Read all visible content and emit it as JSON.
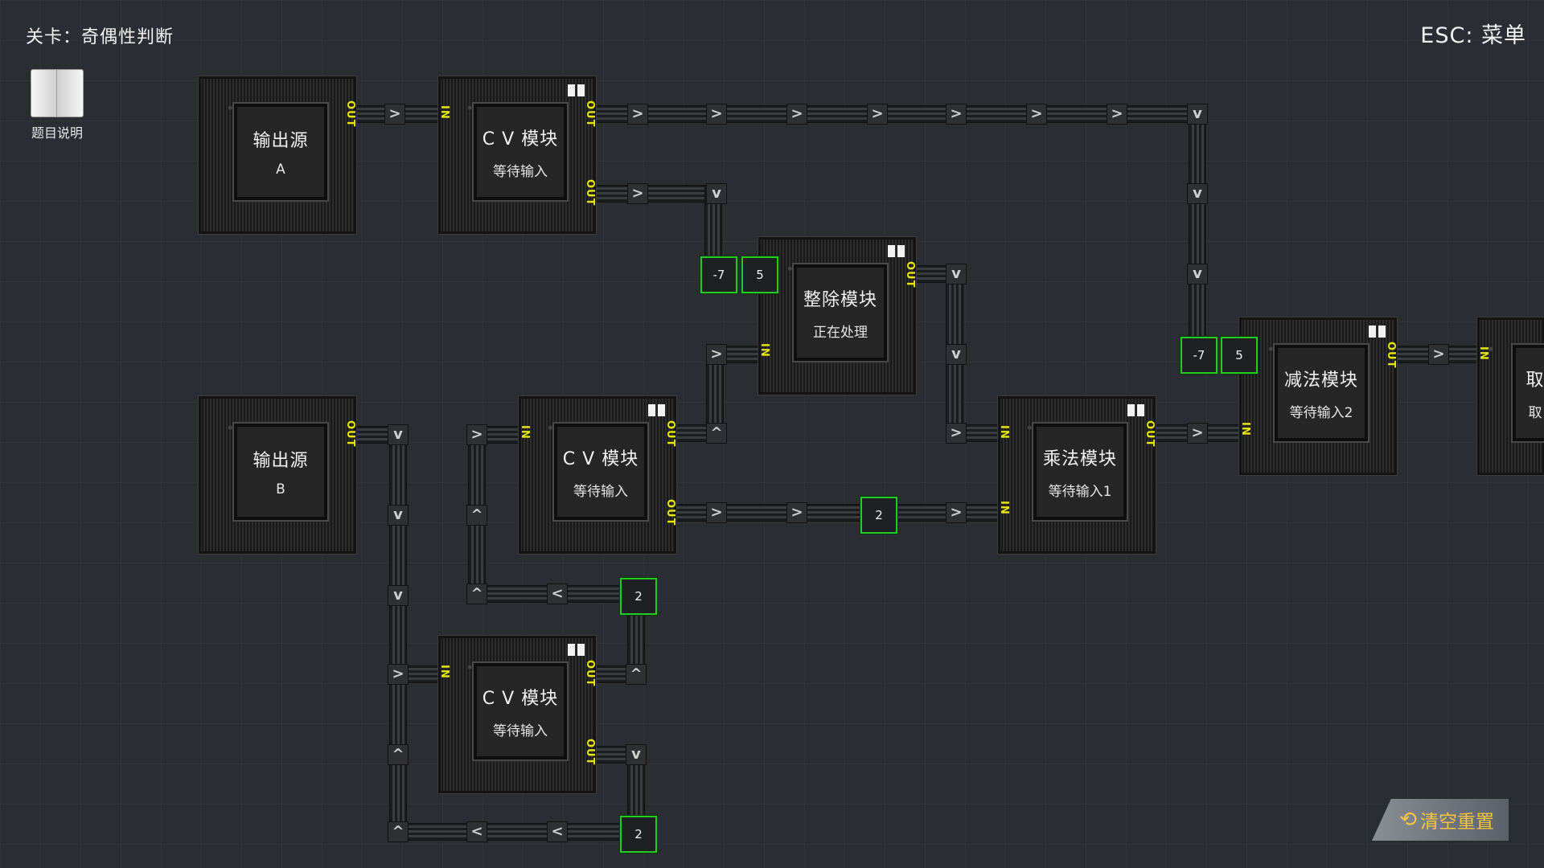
{
  "hud": {
    "level_title": "关卡：奇偶性判断",
    "esc_menu": "ESC: 菜单",
    "manual_label": "题目说明",
    "reset_label": "清空重置"
  },
  "ports": {
    "in": "IN",
    "out": "OUT"
  },
  "modules": {
    "source_a": {
      "name": "输出源",
      "sub": "A"
    },
    "source_b": {
      "name": "输出源",
      "sub": "B"
    },
    "cv1": {
      "name": "C V 模块",
      "status": "等待输入"
    },
    "cv2": {
      "name": "C V 模块",
      "status": "等待输入"
    },
    "cv3": {
      "name": "C V 模块",
      "status": "等待输入"
    },
    "div": {
      "name": "整除模块",
      "status": "正在处理"
    },
    "mul": {
      "name": "乘法模块",
      "status": "等待输入1"
    },
    "sub": {
      "name": "减法模块",
      "status": "等待输入2"
    },
    "mod": {
      "name": "取",
      "status": "取"
    }
  },
  "tokens": {
    "div_in1": "-7",
    "div_in2": "5",
    "sub_in1": "-7",
    "sub_in2": "5",
    "belt_mid": "2",
    "belt_loop1": "2",
    "belt_loop2": "2"
  },
  "arrows": {
    "right": ">",
    "left": "<",
    "up": "^",
    "down": "v"
  },
  "colors": {
    "token_border": "#28c828",
    "port_label": "#e6e600",
    "reset_text": "#f5c542"
  }
}
